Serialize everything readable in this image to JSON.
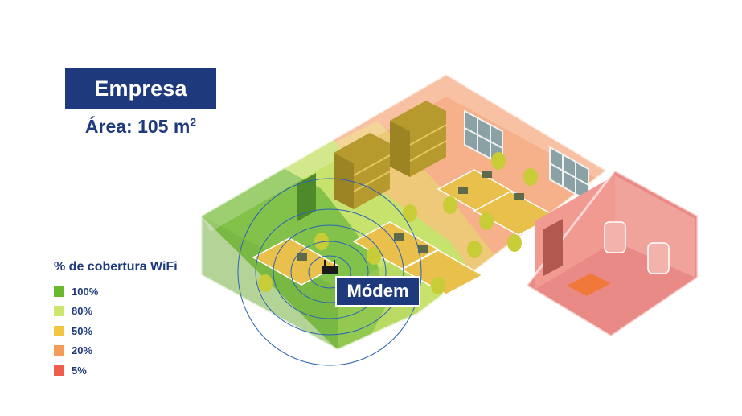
{
  "header": {
    "title": "Empresa",
    "area_text": "Área: 105 m",
    "area_exponent": "2"
  },
  "legend": {
    "title": "% de cobertura WiFi",
    "items": [
      {
        "label": "100%",
        "color": "#6ab82d"
      },
      {
        "label": "80%",
        "color": "#cde66d"
      },
      {
        "label": "50%",
        "color": "#f4c542"
      },
      {
        "label": "20%",
        "color": "#f59b5a"
      },
      {
        "label": "5%",
        "color": "#ef5e4a"
      }
    ]
  },
  "modem": {
    "label": "Módem"
  },
  "colors": {
    "brand": "#1e3a7c",
    "zone_100": "#6ab82d",
    "zone_80": "#cde66d",
    "zone_50": "#f4c542",
    "zone_20": "#f59b5a",
    "zone_5": "#ef5e4a",
    "signal_ring": "#2b62b8"
  }
}
